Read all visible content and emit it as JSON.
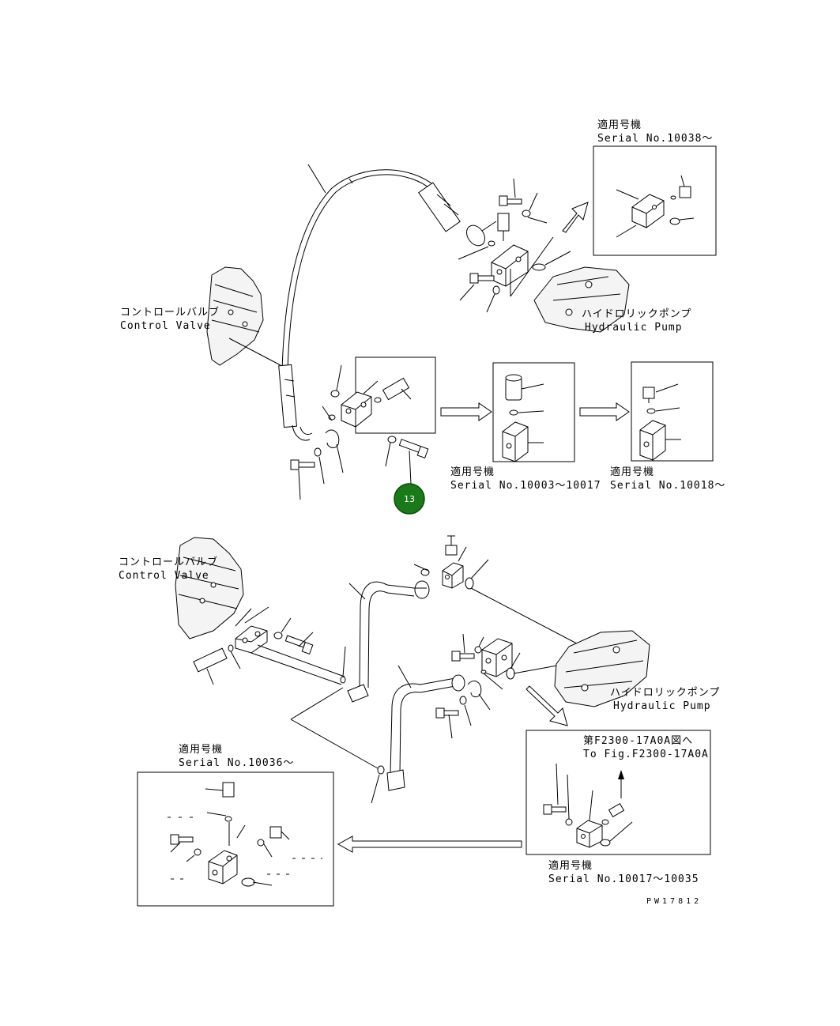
{
  "labels": {
    "control_valve_top_jp": "コントロールバルブ",
    "control_valve_top_en": "Control Valve",
    "hyd_pump_top_jp": "ハイドロリックポンプ",
    "hyd_pump_top_en": "Hydraulic Pump",
    "serial_10038_jp": "適用号機",
    "serial_10038_en": "Serial No.10038～",
    "serial_10003_jp": "適用号機",
    "serial_10003_en": "Serial No.10003～10017",
    "serial_10018_jp": "適用号機",
    "serial_10018_en": "Serial No.10018～",
    "control_valve_bot_jp": "コントロールバルブ",
    "control_valve_bot_en": "Control Valve",
    "hyd_pump_bot_jp": "ハイドロリックポンプ",
    "hyd_pump_bot_en": "Hydraulic Pump",
    "fig_ref_jp": "第F2300-17A0A図へ",
    "fig_ref_en": "To Fig.F2300-17A0A",
    "serial_10017_jp": "適用号機",
    "serial_10017_en": "Serial No.10017～10035",
    "serial_10036_jp": "適用号機",
    "serial_10036_en": "Serial No.10036～",
    "drawing_no": "PW17812"
  },
  "callout": {
    "number": "13",
    "color": "#1a7a1a"
  }
}
